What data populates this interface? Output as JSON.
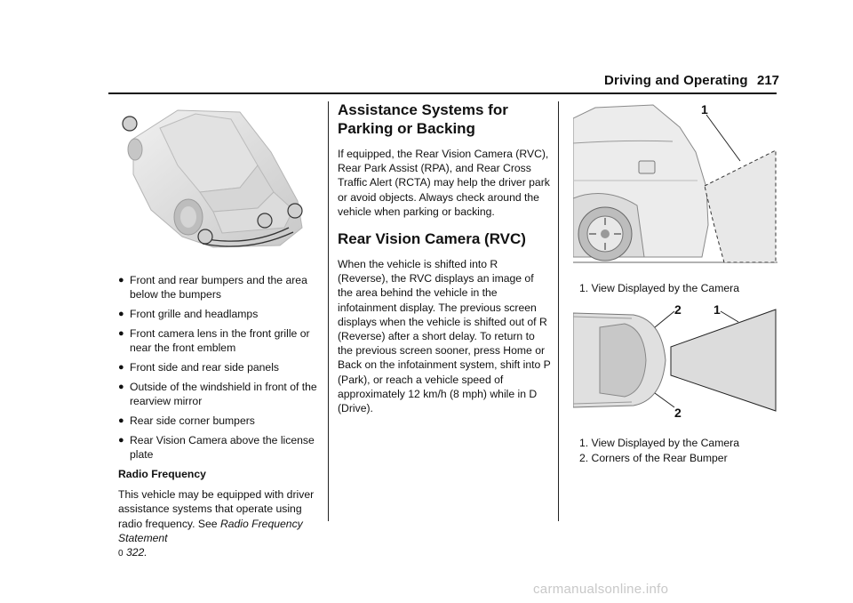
{
  "header": {
    "title": "Driving and Operating",
    "page_number": "217"
  },
  "col1": {
    "bullets": [
      "Front and rear bumpers and the area below the bumpers",
      "Front grille and headlamps",
      "Front camera lens in the front grille or near the front emblem",
      "Front side and rear side panels",
      "Outside of the windshield in front of the rearview mirror",
      "Rear side corner bumpers",
      "Rear Vision Camera above the license plate"
    ],
    "radio_heading": "Radio Frequency",
    "radio_text": "This vehicle may be equipped with driver assistance systems that operate using radio frequency. See",
    "radio_link": "Radio Frequency Statement",
    "radio_page_icon": "0",
    "radio_page": "322."
  },
  "col2": {
    "heading1": "Assistance Systems for Parking or Backing",
    "para1": "If equipped, the Rear Vision Camera (RVC), Rear Park Assist (RPA), and Rear Cross Traffic Alert (RCTA) may help the driver park or avoid objects. Always check around the vehicle when parking or backing.",
    "heading2": "Rear Vision Camera (RVC)",
    "para2": "When the vehicle is shifted into R (Reverse), the RVC displays an image of the area behind the vehicle in the infotainment display. The previous screen displays when the vehicle is shifted out of R (Reverse) after a short delay. To return to the previous screen sooner, press Home or Back on the infotainment system, shift into P (Park), or reach a vehicle speed of approximately 12 km/h (8 mph) while in D (Drive)."
  },
  "col3": {
    "fig1_callout": "1",
    "fig1_caption": "1.  View Displayed by the Camera",
    "fig2_callout_2a": "2",
    "fig2_callout_1": "1",
    "fig2_callout_2b": "2",
    "fig2_captions": [
      "1.  View Displayed by the Camera",
      "2.  Corners of the Rear Bumper"
    ]
  },
  "watermark": "carmanualsonline.info"
}
